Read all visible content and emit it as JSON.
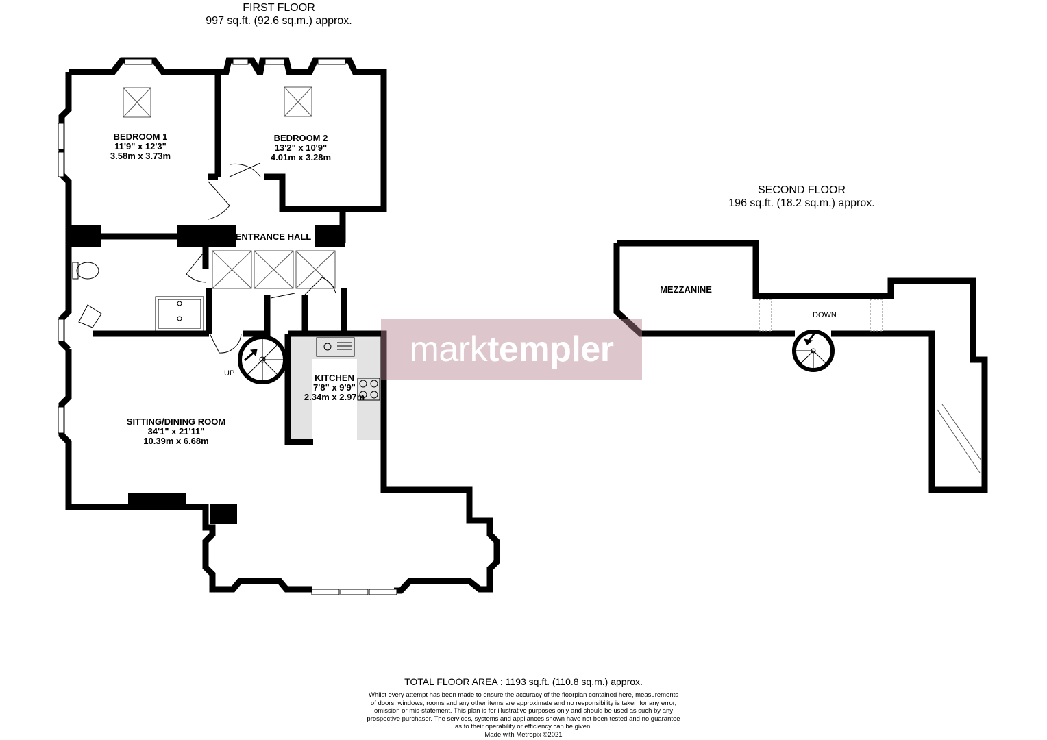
{
  "first_floor": {
    "title": "FIRST FLOOR",
    "area": "997 sq.ft. (92.6 sq.m.) approx."
  },
  "second_floor": {
    "title": "SECOND FLOOR",
    "area": "196 sq.ft. (18.2 sq.m.) approx."
  },
  "rooms": {
    "bedroom1": {
      "name": "BEDROOM 1",
      "imperial": "11'9\"  x 12'3\"",
      "metric": "3.58m  x 3.73m"
    },
    "bedroom2": {
      "name": "BEDROOM 2",
      "imperial": "13'2\"  x 10'9\"",
      "metric": "4.01m  x 3.28m"
    },
    "entrance_hall": {
      "name": "ENTRANCE HALL"
    },
    "kitchen": {
      "name": "KITCHEN",
      "imperial": "7'8\"  x 9'9\"",
      "metric": "2.34m  x 2.97m"
    },
    "sitting": {
      "name": "SITTING/DINING ROOM",
      "imperial": "34'1\"  x 21'11\"",
      "metric": "10.39m  x 6.68m"
    },
    "mezzanine": {
      "name": "MEZZANINE"
    }
  },
  "stairs": {
    "up": "UP",
    "down": "DOWN"
  },
  "watermark": {
    "part1": "mark",
    "part2": "templer",
    "color": "#b4838f"
  },
  "footer": {
    "total": "TOTAL FLOOR AREA : 1193 sq.ft. (110.8 sq.m.) approx.",
    "disclaimer": [
      "Whilst every attempt has been made to ensure the accuracy of the floorplan contained here, measurements",
      "of doors, windows, rooms and any other items are approximate and no responsibility is taken for any error,",
      "omission or mis-statement. This plan is for illustrative purposes only and should be used as such by any",
      "prospective purchaser. The services, systems and appliances shown have not been tested and no guarantee",
      "as to their operability or efficiency can be given.",
      "Made with Metropix ©2021"
    ]
  },
  "colors": {
    "wall": "#000000",
    "kitchen_unit": "#e3e3e3",
    "window": "#ffffff"
  }
}
